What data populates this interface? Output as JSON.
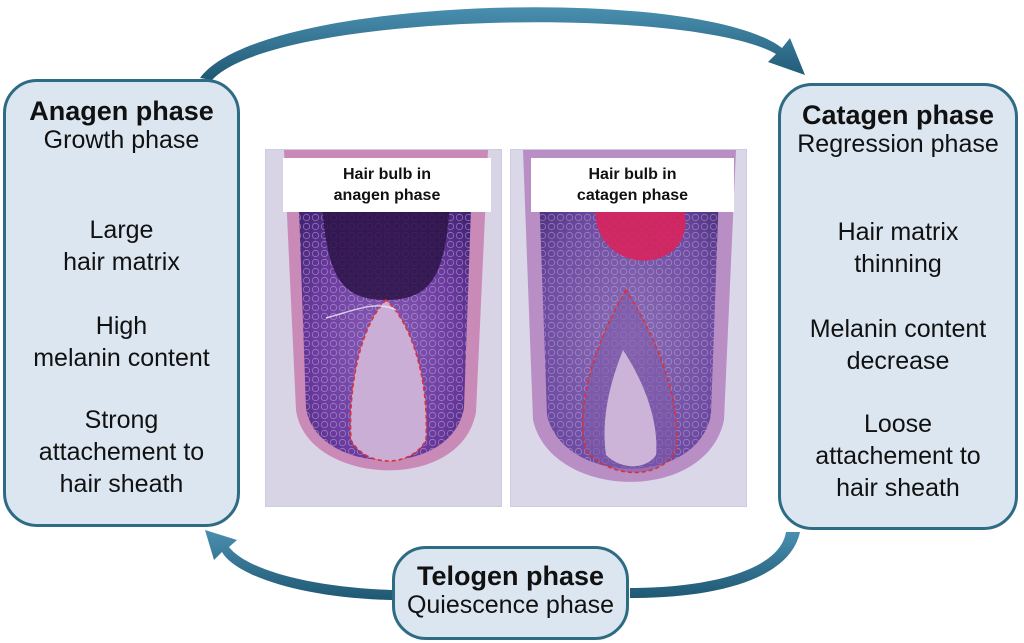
{
  "phases": {
    "anagen": {
      "title": "Anagen phase",
      "subtitle": "Growth phase",
      "features": [
        "Large\nhair matrix",
        "High\nmelanin content",
        "Strong\nattachement to\nhair sheath"
      ]
    },
    "catagen": {
      "title": "Catagen phase",
      "subtitle": "Regression phase",
      "features": [
        "Hair matrix\nthinning",
        "Melanin content\ndecrease",
        "Loose\nattachement to\nhair sheath"
      ]
    },
    "telogen": {
      "title": "Telogen phase",
      "subtitle": "Quiescence phase"
    }
  },
  "images": {
    "anagen": {
      "label_line1": "Hair bulb in",
      "label_line2": "anagen phase"
    },
    "catagen": {
      "label_line1": "Hair bulb in",
      "label_line2": "catagen phase"
    }
  },
  "colors": {
    "box_fill": "#dce6f1",
    "box_border": "#2e6b84",
    "arrow": "#2e6b84",
    "outline_dashed": "#e03030"
  }
}
